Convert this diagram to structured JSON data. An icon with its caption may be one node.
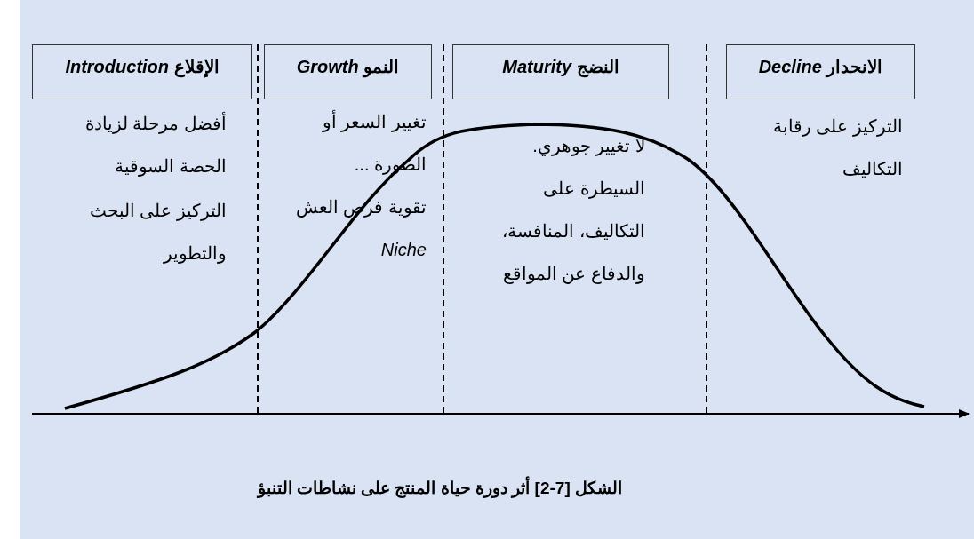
{
  "diagram": {
    "caption": "الشكل [7-2] أثر دورة حياة المنتج على نشاطات التنبؤ",
    "nodes": [
      {
        "text": [
          "الإقلاع *Introduction*"
        ],
        "beside": [
          "أفضل مرحلة لزيادة الحصة السوقية",
          "التركيز على البحث والتطوير"
        ]
      },
      {
        "text": [
          "النمو *Growth*"
        ],
        "beside": [
          "تغيير السعر أو الصورة ...",
          "تقوية فرص العش *Niche*"
        ]
      },
      {
        "text": [
          "النضج *Maturity*"
        ],
        "beside": [
          "لا تغيير جوهري.",
          "السيطرة على التكاليف، المنافسة، والدفاع عن المواقع"
        ]
      },
      {
        "text": [
          "الانحدار *Decline*"
        ],
        "beside": [
          "التركيز على رقابة التكاليف"
        ]
      }
    ],
    "edges": []
  }
}
